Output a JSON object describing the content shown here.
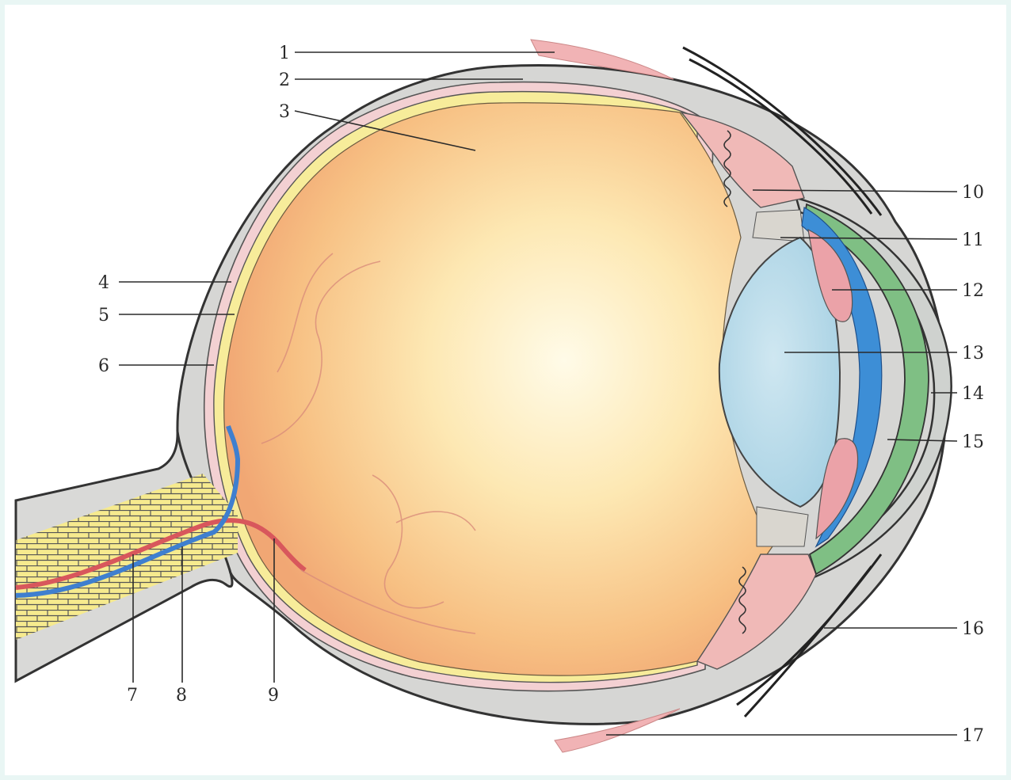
{
  "diagram": {
    "labels": [
      "1",
      "2",
      "3",
      "4",
      "5",
      "6",
      "7",
      "8",
      "9",
      "10",
      "11",
      "12",
      "13",
      "14",
      "15",
      "16",
      "17"
    ]
  },
  "colors": {
    "background": "#e9f6f4",
    "sclera": "#d6d6d4",
    "choroid": "#f2cfd0",
    "retina": "#f7ec9a",
    "vitreous_center": "#fff8dc",
    "vitreous_edge": "#f3b277",
    "lens": "#b9dbea",
    "cornea": "#7fbf84",
    "iris_blue": "#3d8ed6",
    "iris_pink": "#e9a2a7",
    "nerve_fibers": "#f4e78a",
    "artery": "#d8575c",
    "vein": "#3f7fcf"
  }
}
